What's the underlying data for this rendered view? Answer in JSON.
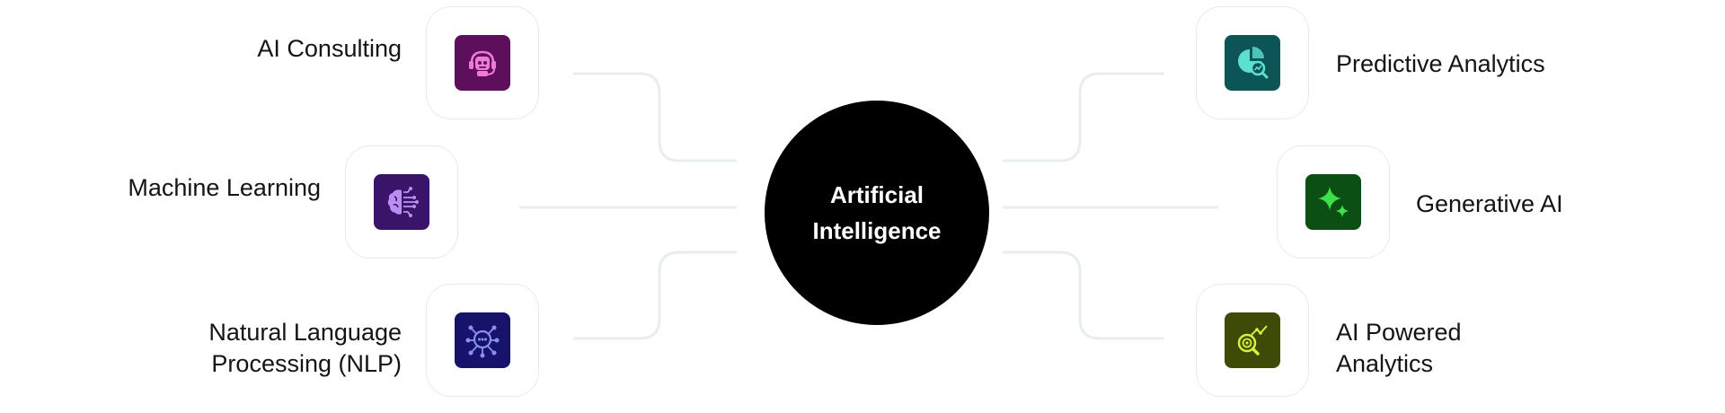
{
  "center": {
    "title": "Artificial Intelligence"
  },
  "nodes": [
    {
      "id": "ai-consulting",
      "label": "AI Consulting",
      "icon": "robot-headset-icon",
      "color": "#5e0f5c",
      "accent": "#f07ad8"
    },
    {
      "id": "machine-learning",
      "label": "Machine Learning",
      "icon": "brain-circuit-icon",
      "color": "#3a1468",
      "accent": "#b98ef0"
    },
    {
      "id": "nlp",
      "label": "Natural Language\nProcessing (NLP)",
      "icon": "chat-network-icon",
      "color": "#17126a",
      "accent": "#8a8ef5"
    },
    {
      "id": "predictive-analytics",
      "label": "Predictive Analytics",
      "icon": "pie-chart-magnifier-icon",
      "color": "#0d5457",
      "accent": "#5ee0d0"
    },
    {
      "id": "generative-ai",
      "label": "Generative AI",
      "icon": "sparkles-icon",
      "color": "#0c4f14",
      "accent": "#3ee04a"
    },
    {
      "id": "ai-powered-analytics",
      "label": "AI Powered\nAnalytics",
      "icon": "chart-magnifier-icon",
      "color": "#3d4a08",
      "accent": "#d6f23a"
    }
  ],
  "colors": {
    "connector": "#e8eef0",
    "tile_border": "#e8eaea",
    "center_fill": "#000000"
  }
}
